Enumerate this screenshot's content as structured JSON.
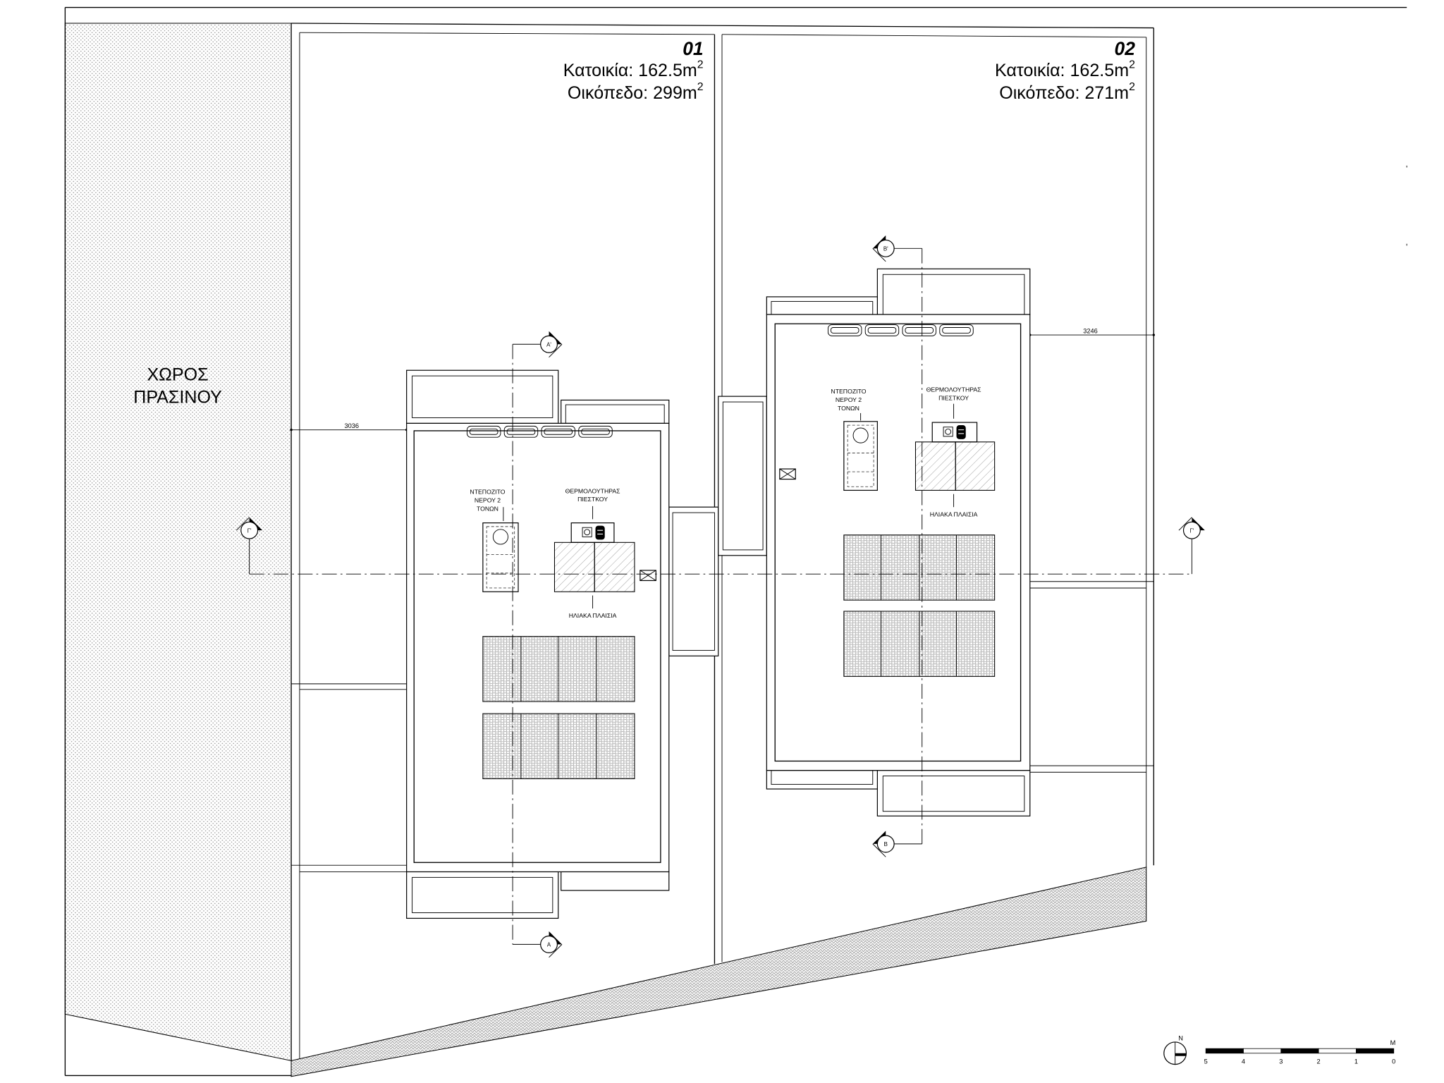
{
  "green_space": {
    "line1": "ΧΩΡΟΣ",
    "line2": "ΠΡΑΣΙΝΟΥ"
  },
  "section_cross": {
    "left": "Γ'",
    "right": "Γ'"
  },
  "plots": [
    {
      "number": "01",
      "house_area": "Κατοικία: 162.5m",
      "plot_area": "Οικόπεδο: 299m",
      "area_superscript": "2",
      "dimension": "3036",
      "section_start": "Α'",
      "section_end": "Α",
      "water_tank_label": [
        "ΝΤΕΠΟΖΙΤΟ",
        "ΝΕΡΟΥ 2",
        "ΤΟΝΩΝ"
      ],
      "water_heater_label": [
        "ΘΕΡΜΟΛΟΥΤΗΡΑΣ",
        "ΠΙΕΣΤΚΟΥ"
      ],
      "solar_label": "ΗΛΙΑΚΑ ΠΛΑΙΣΙΑ"
    },
    {
      "number": "02",
      "house_area": "Κατοικία: 162.5m",
      "plot_area": "Οικόπεδο: 271m",
      "area_superscript": "2",
      "dimension": "3246",
      "section_start": "Β'",
      "section_end": "Β",
      "water_tank_label": [
        "ΝΤΕΠΟΖΙΤΟ",
        "ΝΕΡΟΥ 2",
        "ΤΟΝΩΝ"
      ],
      "water_heater_label": [
        "ΘΕΡΜΟΛΟΥΤΗΡΑΣ",
        "ΠΙΕΣΤΚΟΥ"
      ],
      "solar_label": "ΗΛΙΑΚΑ ΠΛΑΙΣΙΑ"
    }
  ],
  "north_label": "N",
  "scale_bar": {
    "unit": "M",
    "ticks": [
      "5",
      "4",
      "3",
      "2",
      "1",
      "0"
    ]
  },
  "colors": {
    "line": "#000000",
    "hatch": "#8a8a8a",
    "background": "#ffffff"
  }
}
